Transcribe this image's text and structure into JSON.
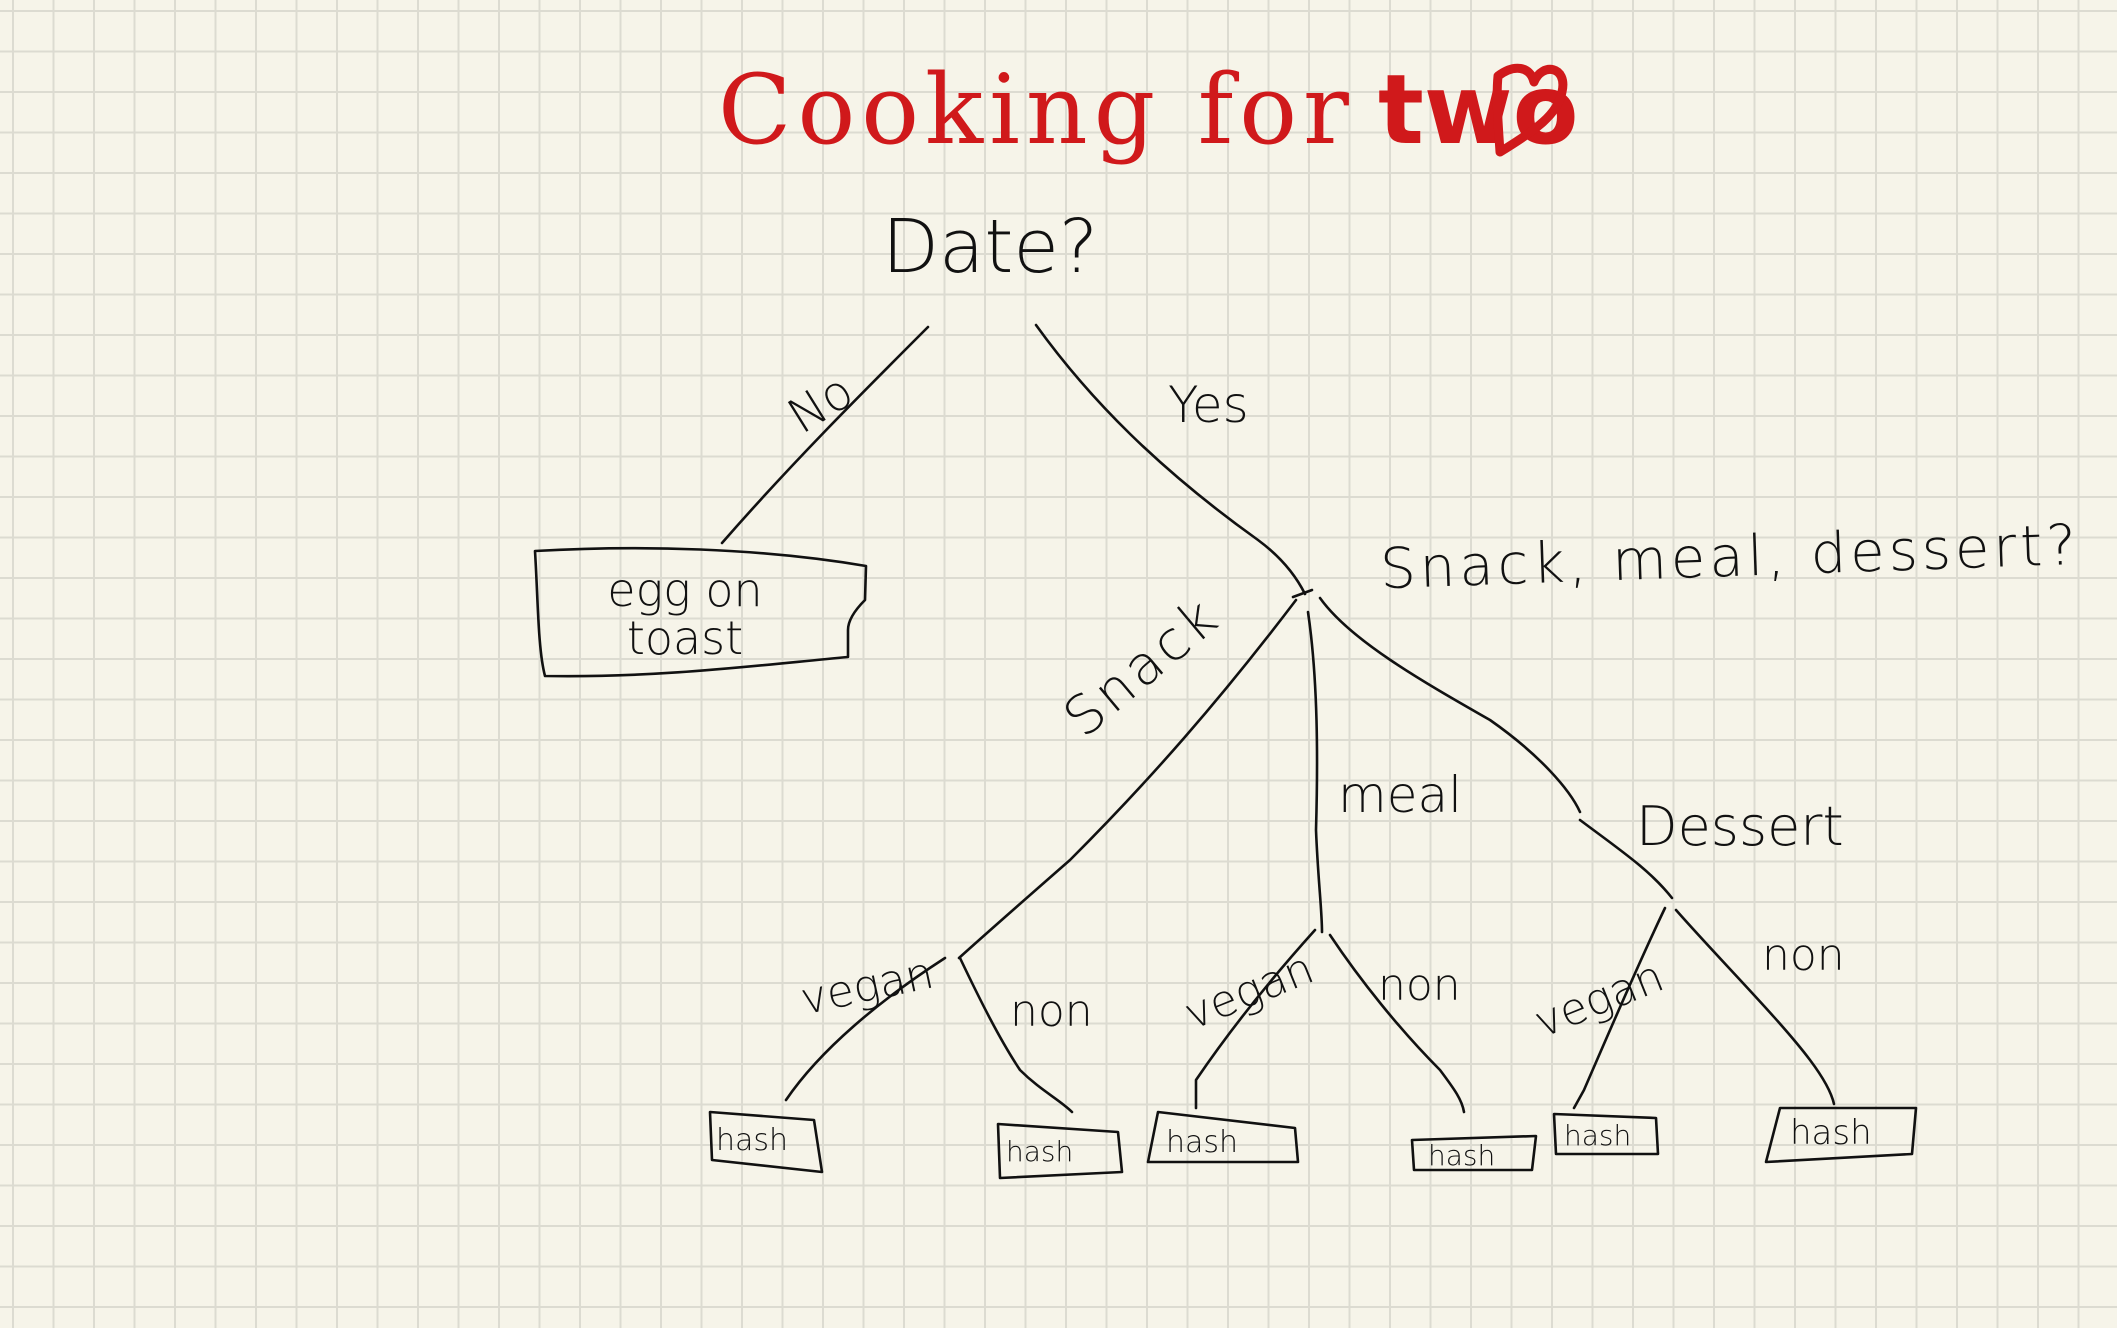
{
  "title": {
    "part1": "Cooking for",
    "part2": "two",
    "color": "#d0191b"
  },
  "nodes": {
    "root": "Date?",
    "no_leaf": "egg on toast",
    "question2": "Snack, meal, dessert?",
    "leaves": [
      "hash",
      "hash",
      "hash",
      "hash",
      "hash",
      "hash"
    ]
  },
  "edges": {
    "no": "No",
    "yes": "Yes",
    "snack": "Snack",
    "meal": "meal",
    "dessert": "Dessert",
    "snack_vegan": "vegan",
    "snack_non": "non",
    "meal_vegan": "vegan",
    "meal_non": "non",
    "dessert_vegan": "vegan",
    "dessert_non": "non"
  },
  "icons": [
    "heart-icon"
  ]
}
